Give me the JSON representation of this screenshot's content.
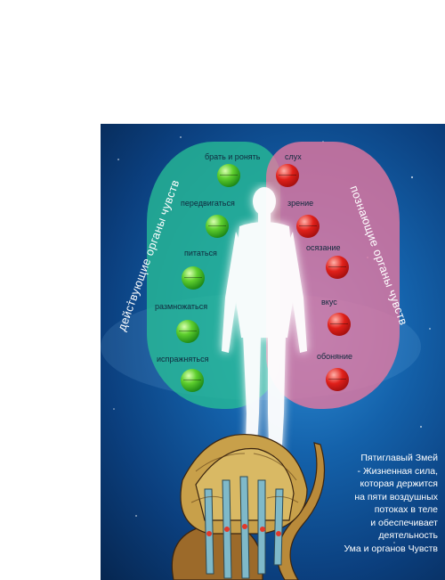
{
  "left_title": "действующие органы чувств",
  "right_title": "познающие органы чувств",
  "action_organs": [
    "брать и ронять",
    "передвигаться",
    "питаться",
    "размножаться",
    "испражняться"
  ],
  "cognitive_organs": [
    "слух",
    "зрение",
    "осязание",
    "вкус",
    "обоняние"
  ],
  "caption_lines": [
    "Пятиглавый Змей",
    "- Жизненная сила,",
    "которая держится",
    "на пяти воздушных",
    "потоках в теле",
    "и обеспечивает",
    "деятельность",
    "Ума и органов Чувств"
  ],
  "colors": {
    "background": "#0b3f7e",
    "action_lobe": "#28be96",
    "cognitive_lobe": "#eb78a0",
    "action_dot": "green",
    "cognitive_dot": "red"
  },
  "icons": [
    "human-figure-icon",
    "five-headed-serpent-icon"
  ]
}
